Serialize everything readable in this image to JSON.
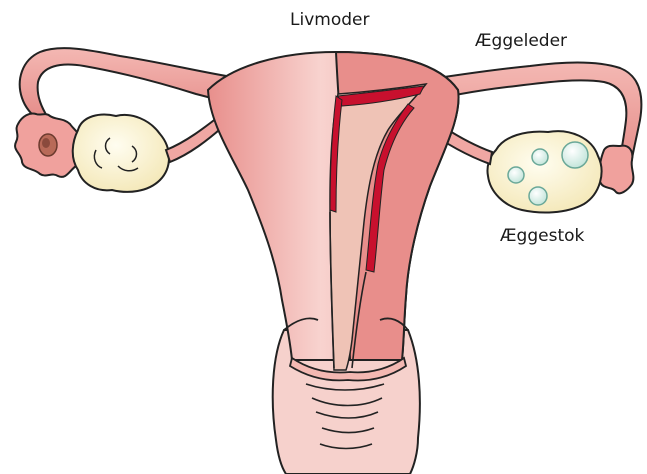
{
  "labels": {
    "uterus": "Livmoder",
    "fallopian_tube": "Æggeleder",
    "ovary": "Æggestok"
  },
  "colors": {
    "tissue": "#f0a7a3",
    "tissue_light": "#f8d2cc",
    "tissue_dark": "#d9716f",
    "cavity": "#eec0b2",
    "lining": "#c8102e",
    "ovary_fill": "#fbf3d2",
    "follicle": "#d9f0ea",
    "outline": "#222222",
    "background": "#ffffff"
  }
}
